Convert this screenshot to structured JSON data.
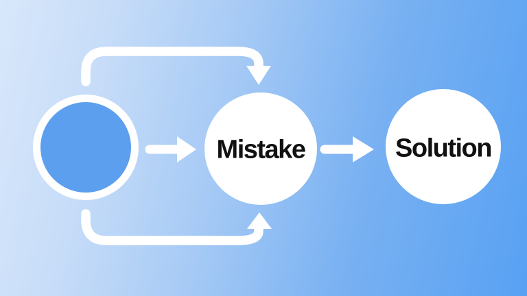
{
  "diagram": {
    "type": "flow",
    "nodes": [
      {
        "id": "start",
        "label": "",
        "fill": "#5c9fee",
        "shape": "circle"
      },
      {
        "id": "mistake",
        "label": "Mistake",
        "fill": "#ffffff",
        "shape": "circle"
      },
      {
        "id": "solution",
        "label": "Solution",
        "fill": "#ffffff",
        "shape": "circle"
      }
    ],
    "edges": [
      {
        "from": "start",
        "to": "mistake",
        "style": "straight-arrow"
      },
      {
        "from": "mistake",
        "to": "solution",
        "style": "straight-arrow"
      },
      {
        "from": "start",
        "to": "mistake",
        "style": "loop-arrow-over-top"
      },
      {
        "from": "start",
        "to": "mistake",
        "style": "loop-arrow-under-bottom"
      }
    ]
  },
  "colors": {
    "background_gradient_start": "#d8e7fb",
    "background_gradient_end": "#58a1f3",
    "node_blue": "#5c9fee",
    "node_white": "#ffffff",
    "arrow_white": "#ffffff",
    "label_text": "#111111"
  }
}
